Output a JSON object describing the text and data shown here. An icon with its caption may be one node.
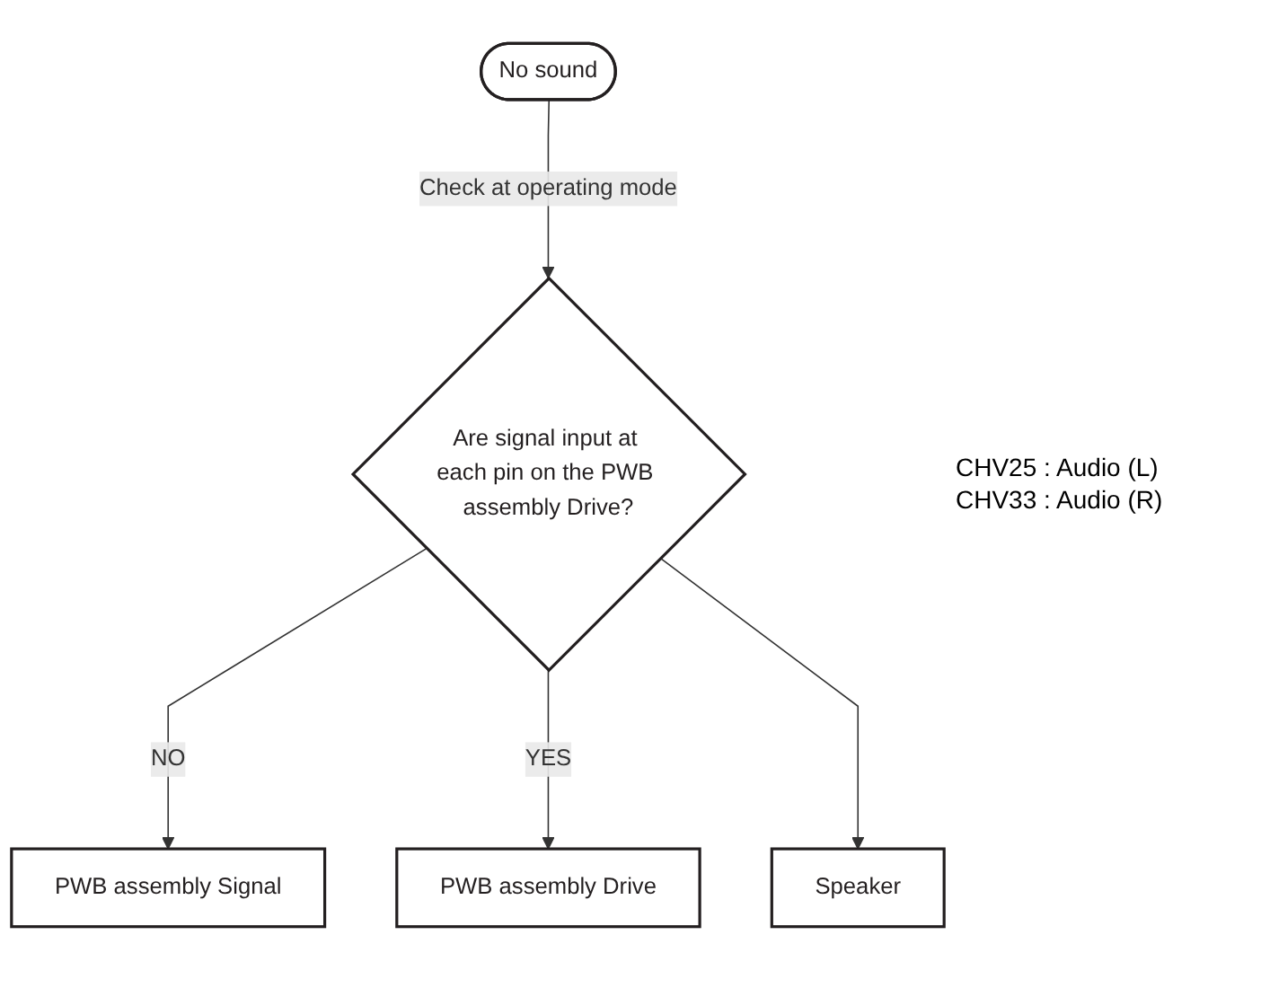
{
  "diagram": {
    "nodes": [
      {
        "text": [
          "No sound"
        ]
      },
      {
        "text": [
          "Are signal input at each pin on the PWB assembly Drive?"
        ]
      },
      {
        "text": [
          "PWB assembly Signal"
        ]
      },
      {
        "text": [
          "PWB assembly Drive"
        ]
      },
      {
        "text": [
          "Speaker"
        ]
      }
    ],
    "edges": [
      {
        "from": 0,
        "to": 1,
        "arrow": "to",
        "label": "Check at operating mode"
      },
      {
        "from": 1,
        "to": 2,
        "arrow": "to",
        "label": "NO"
      },
      {
        "from": 1,
        "to": 3,
        "arrow": "to",
        "label": "YES"
      },
      {
        "from": 1,
        "to": 4,
        "arrow": "to"
      }
    ],
    "labels": [
      "CHV25 : Audio (L)",
      "CHV33 : Audio (R)"
    ]
  }
}
